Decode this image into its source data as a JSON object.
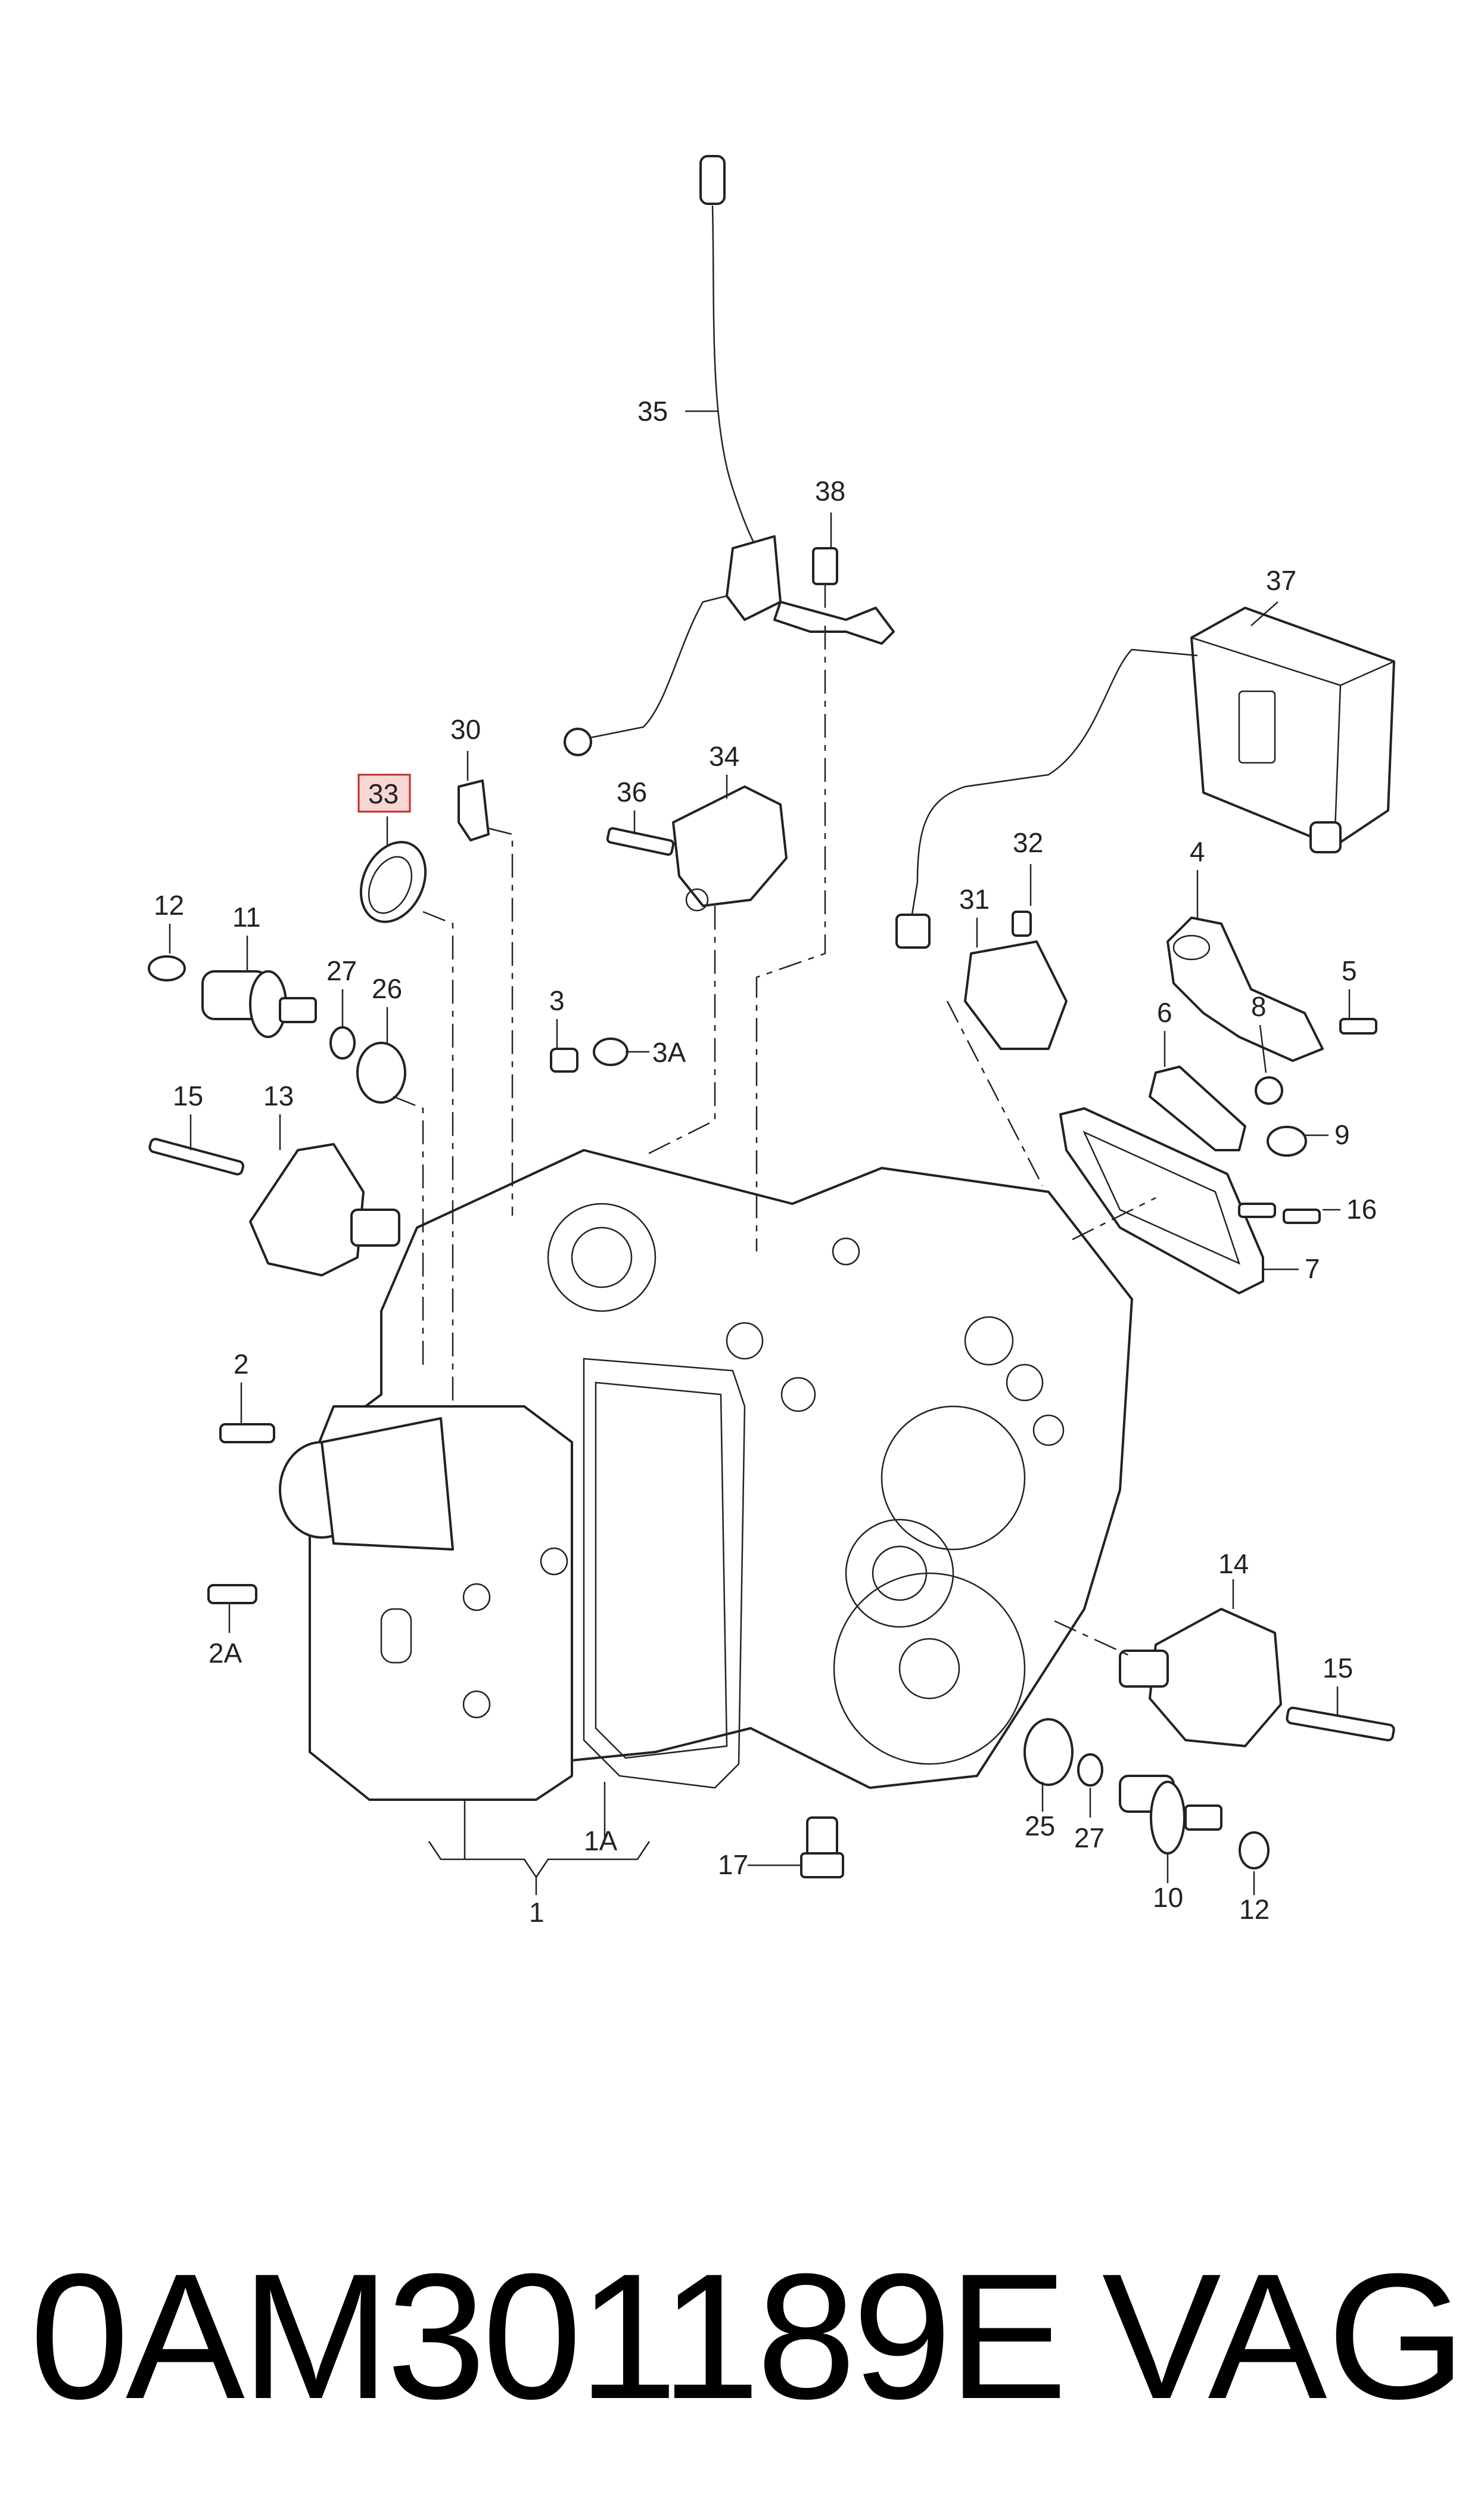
{
  "footer": {
    "part_number": "0AM301189E",
    "brand": "VAG"
  },
  "highlighted_callout": "33",
  "callouts": {
    "c1": "1",
    "c1A": "1A",
    "c2": "2",
    "c2A": "2A",
    "c3": "3",
    "c3A": "3A",
    "c4": "4",
    "c5": "5",
    "c6": "6",
    "c7": "7",
    "c8": "8",
    "c9": "9",
    "c10": "10",
    "c11": "11",
    "c12a": "12",
    "c12b": "12",
    "c13": "13",
    "c14": "14",
    "c15a": "15",
    "c15b": "15",
    "c16": "16",
    "c17": "17",
    "c25": "25",
    "c26": "26",
    "c27a": "27",
    "c27b": "27",
    "c30": "30",
    "c31": "31",
    "c32": "32",
    "c33": "33",
    "c34": "34",
    "c35": "35",
    "c36": "36",
    "c37": "37",
    "c38": "38"
  },
  "colors": {
    "highlight_fill": "#f7d6d6",
    "highlight_stroke": "#c62828",
    "line": "#222222"
  }
}
